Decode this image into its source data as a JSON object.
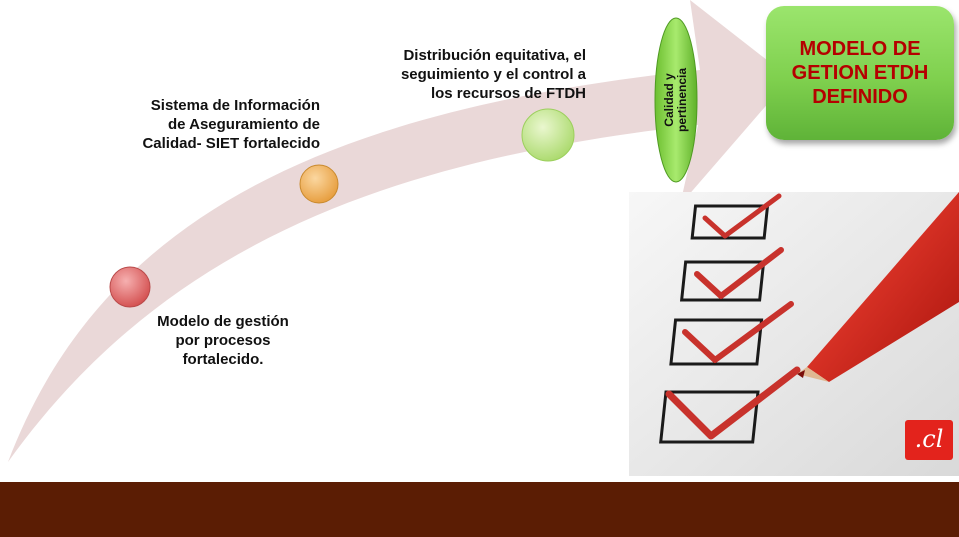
{
  "milestones": [
    {
      "lines": [
        "Modelo de gestión",
        "por procesos",
        "fortalecido."
      ],
      "dot_color": "#e06666"
    },
    {
      "lines": [
        "Sistema de Información",
        "de Aseguramiento de",
        "Calidad- SIET fortalecido"
      ],
      "dot_color": "#f2b25c"
    },
    {
      "lines": [
        "Distribución equitativa, el",
        "seguimiento y el control a",
        "los recursos de FTDH"
      ],
      "dot_color": "#bfe38a"
    }
  ],
  "quality_marker": {
    "lines": [
      "Calidad y",
      "pertinencia"
    ],
    "color": "#7ccf3f"
  },
  "result": {
    "lines": [
      "MODELO DE",
      "GETION ETDH",
      "DEFINIDO"
    ],
    "text_color": "#b50000",
    "box_color": "#7fd04e"
  },
  "photo": {
    "badge": ".cl",
    "badge_color": "#e3231c"
  },
  "colors": {
    "arrow": "#ead8d8",
    "footer": "#5b1d04"
  }
}
